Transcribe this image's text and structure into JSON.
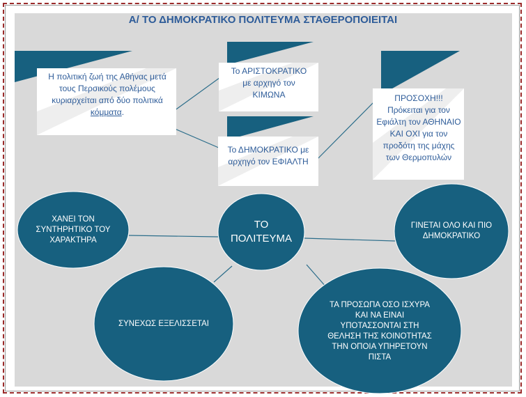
{
  "title": "Α/ ΤΟ ΔΗΜΟΚΡΑΤΙΚΟ ΠΟΛΙΤΕΥΜΑ ΣΤΑΘΕΡΟΠΟΙΕΙΤΑΙ",
  "callouts": {
    "intro_text": "Η πολιτική ζωή της Αθήνας μετά τους Περσικούς πολέμους κυριαρχείται από δύο πολιτικά",
    "intro_link": "κόμματα",
    "intro_end": ".",
    "aristocratic": "Το ΑΡΙΣΤΟΚΡΑΤΙΚΟ με αρχηγό τον ΚΙΜΩΝΑ",
    "democratic": "Το ΔΗΜΟΚΡΑΤΙΚΟ  με αρχηγό τον ΕΦΙΑΛΤΗ",
    "attention": "ΠΡΟΣΟΧΗ!!! Πρόκειται για τον Εφιάλτη τον ΑΘΗΝΑΙΟ ΚΑΙ ΟΧΙ για τον προδότη της μάχης των Θερμοπυλών"
  },
  "ellipses": {
    "center": "ΤΟ ΠΟΛΙΤΕΥΜΑ",
    "left": "ΧΑΝΕΙ ΤΟΝ ΣΥΝΤΗΡΗΤΙΚΟ ΤΟΥ ΧΑΡΑΚΤΗΡΑ",
    "right": "ΓΙΝΕΤΑΙ ΟΛΟ ΚΑΙ ΠΙΟ ΔΗΜΟΚΡΑΤΙΚΟ",
    "bottom_left": "ΣΥΝΕΧΩΣ ΕΞΕΛΙΣΣΕΤΑΙ",
    "bottom_right": "ΤΑ ΠΡΟΣΩΠΑ ΟΣΟ ΙΣΧΥΡΑ ΚΑΙ ΝΑ ΕΙΝΑΙ ΥΠΟΤΑΣΣΟΝΤΑΙ ΣΤΗ ΘΕΛΗΣΗ ΤΗΣ ΚΟΙΝΟΤΗΤΑΣ ΤΗΝ ΟΠΟΙΑ ΥΠΗΡΕΤΟΥΝ ΠΙΣΤΑ"
  },
  "colors": {
    "accent": "#17607f",
    "text": "#2e5c99",
    "slide": "#d9d9d9"
  }
}
